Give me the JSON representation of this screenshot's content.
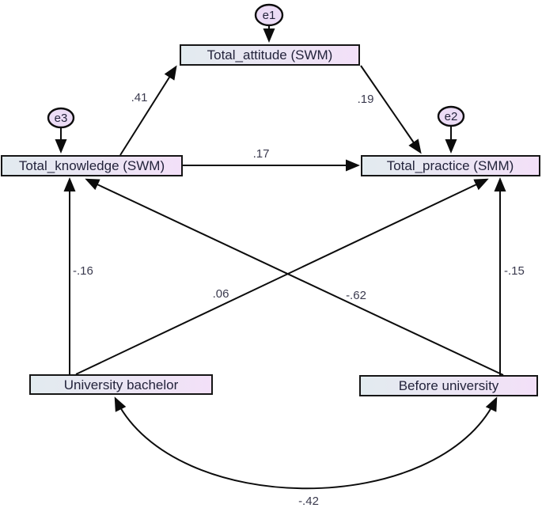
{
  "diagram": {
    "type": "sem-path-diagram",
    "nodes": {
      "attitude": {
        "label": "Total_attitude (SWM)"
      },
      "knowledge": {
        "label": "Total_knowledge (SWM)"
      },
      "practice": {
        "label": "Total_practice (SMM)"
      },
      "bachelor": {
        "label": "University bachelor"
      },
      "before": {
        "label": "Before university"
      }
    },
    "errors": {
      "e1": {
        "label": "e1",
        "attached_to": "Total_attitude (SWM)"
      },
      "e2": {
        "label": "e2",
        "attached_to": "Total_practice (SMM)"
      },
      "e3": {
        "label": "e3",
        "attached_to": "Total_knowledge (SWM)"
      }
    },
    "coefficients": {
      "knowledge_attitude": ".41",
      "attitude_practice": ".19",
      "knowledge_practice": ".17",
      "bachelor_knowledge": "-.16",
      "bachelor_practice": ".06",
      "before_knowledge": "-.62",
      "before_practice": "-.15",
      "bachelor_before_covariance": "-.42"
    },
    "edges": [
      {
        "from": "Total_knowledge (SWM)",
        "to": "Total_attitude (SWM)",
        "value": ".41",
        "kind": "directed"
      },
      {
        "from": "Total_attitude (SWM)",
        "to": "Total_practice (SMM)",
        "value": ".19",
        "kind": "directed"
      },
      {
        "from": "Total_knowledge (SWM)",
        "to": "Total_practice (SMM)",
        "value": ".17",
        "kind": "directed"
      },
      {
        "from": "University bachelor",
        "to": "Total_knowledge (SWM)",
        "value": "-.16",
        "kind": "directed"
      },
      {
        "from": "University bachelor",
        "to": "Total_practice (SMM)",
        "value": ".06",
        "kind": "directed"
      },
      {
        "from": "Before university",
        "to": "Total_knowledge (SWM)",
        "value": "-.62",
        "kind": "directed"
      },
      {
        "from": "Before university",
        "to": "Total_practice (SMM)",
        "value": "-.15",
        "kind": "directed"
      },
      {
        "from": "University bachelor",
        "to": "Before university",
        "value": "-.42",
        "kind": "covariance"
      },
      {
        "from": "e1",
        "to": "Total_attitude (SWM)",
        "kind": "error"
      },
      {
        "from": "e2",
        "to": "Total_practice (SMM)",
        "kind": "error"
      },
      {
        "from": "e3",
        "to": "Total_knowledge (SWM)",
        "kind": "error"
      }
    ],
    "colors": {
      "box_fill_left": "#e2ebef",
      "box_fill_right": "#f3e0f8",
      "box_border": "#161616",
      "ellipse_fill": "#ecdcf6",
      "line": "#0c0c0c",
      "node_text": "#23233b",
      "coefficient_text": "#3a3a4e",
      "background": "#ffffff"
    }
  }
}
